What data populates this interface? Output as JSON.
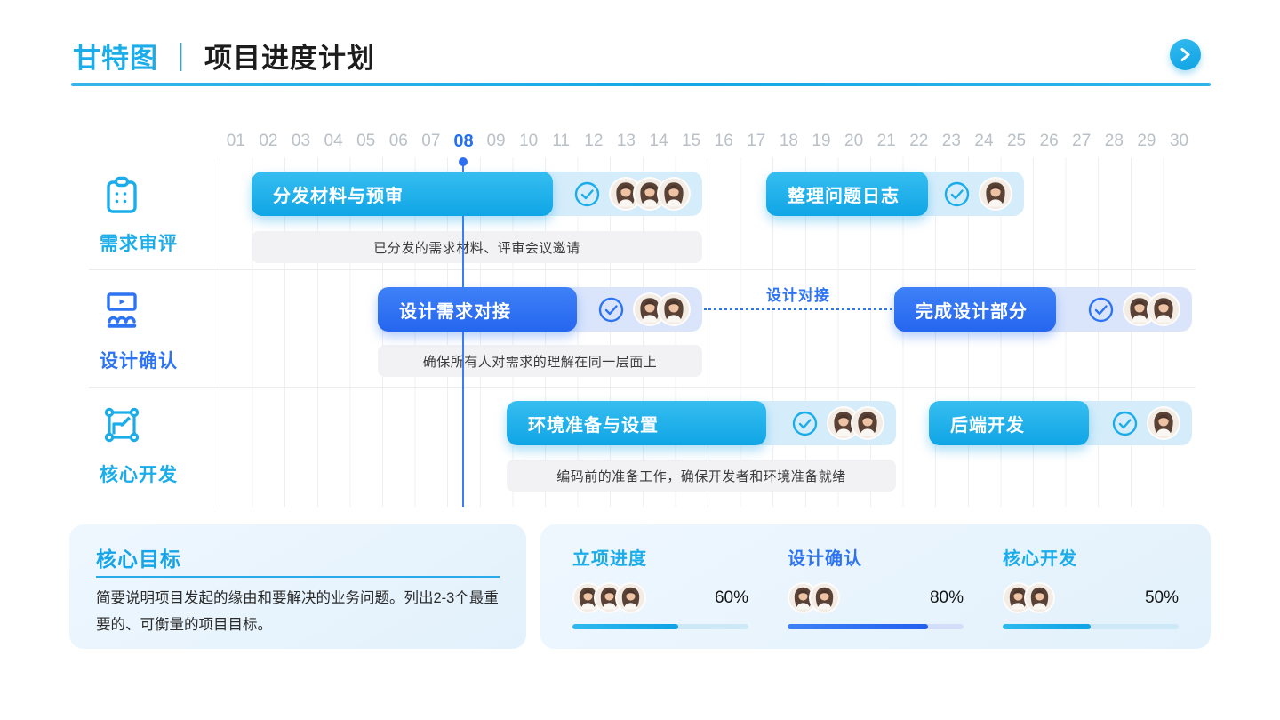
{
  "colors": {
    "cyan": "#1badea",
    "royal": "#2e74f2",
    "cyan_light": "#d5edfb",
    "royal_light": "#dae5fc",
    "today_marker": "#2e6ff2",
    "day_gray": "#b9c0c7",
    "note_bg": "#f2f2f4"
  },
  "header": {
    "title_accent": "甘特图",
    "separator": "｜",
    "title": "项目进度计划"
  },
  "timeline": {
    "days": [
      "01",
      "02",
      "03",
      "04",
      "05",
      "06",
      "07",
      "08",
      "09",
      "10",
      "11",
      "12",
      "13",
      "14",
      "15",
      "16",
      "17",
      "18",
      "19",
      "20",
      "21",
      "22",
      "23",
      "24",
      "25",
      "26",
      "27",
      "28",
      "29",
      "30"
    ],
    "current_day": "08"
  },
  "rows": [
    {
      "label": "需求审评",
      "icon": "clipboard-icon",
      "tasks": [
        {
          "label": "分发材料与预审",
          "avatars": 3
        },
        {
          "label": "整理问题日志",
          "avatars": 1
        }
      ],
      "note": "已分发的需求材料、评审会议邀请"
    },
    {
      "label": "设计确认",
      "icon": "presentation-icon",
      "tasks": [
        {
          "label": "设计需求对接",
          "avatars": 2
        },
        {
          "label": "完成设计部分",
          "avatars": 2
        }
      ],
      "connector_label": "设计对接",
      "note": "确保所有人对需求的理解在同一层面上"
    },
    {
      "label": "核心开发",
      "icon": "design-frame-icon",
      "tasks": [
        {
          "label": "环境准备与设置",
          "avatars": 2
        },
        {
          "label": "后端开发",
          "avatars": 1
        }
      ],
      "note": "编码前的准备工作，确保开发者和环境准备就绪"
    }
  ],
  "goal_card": {
    "title": "核心目标",
    "body": "简要说明项目发起的缘由和要解决的业务问题。列出2-3个最重要的、可衡量的项目目标。"
  },
  "progress_card": {
    "items": [
      {
        "label": "立项进度",
        "percent": "60%",
        "avatars": 3,
        "theme": "cyan"
      },
      {
        "label": "设计确认",
        "percent": "80%",
        "avatars": 2,
        "theme": "royal"
      },
      {
        "label": "核心开发",
        "percent": "50%",
        "avatars": 2,
        "theme": "cyan"
      }
    ]
  }
}
